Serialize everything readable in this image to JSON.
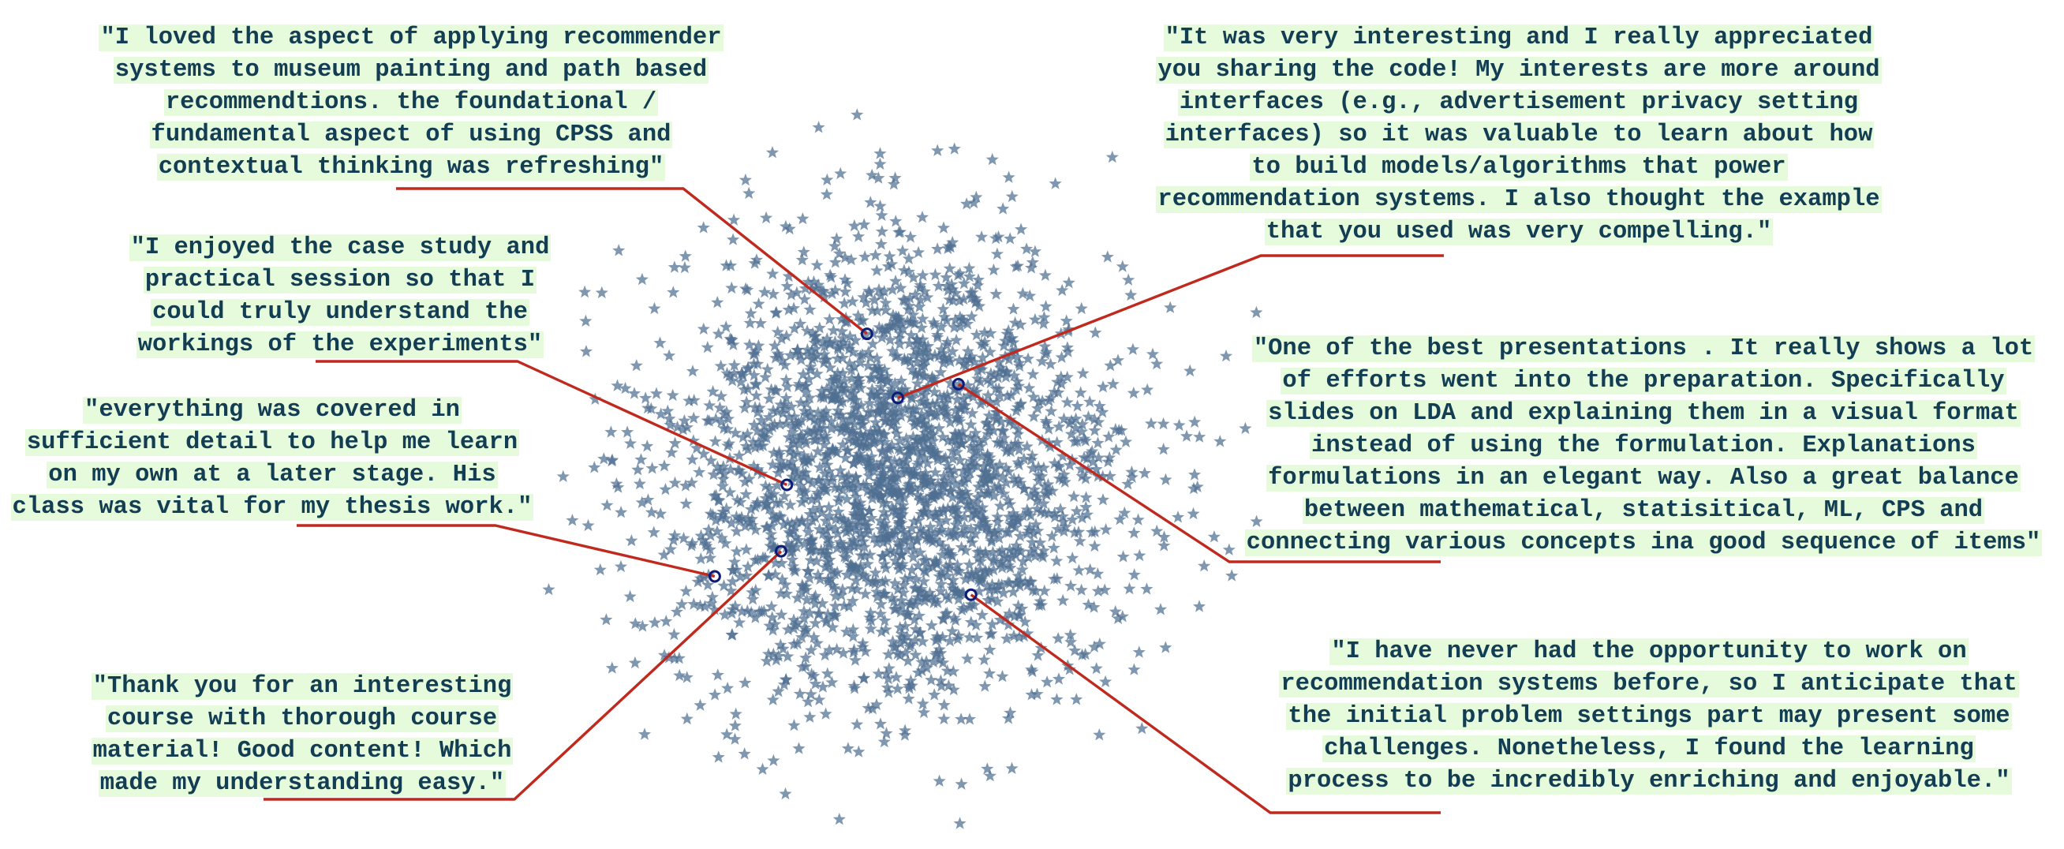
{
  "colors": {
    "star": "#4f6f91",
    "connector": "#c0291e",
    "marker_edge": "#0d1c78",
    "quote_highlight": "#e6fadc",
    "quote_text": "#123d52"
  },
  "chart_data": {
    "type": "scatter",
    "marker": "star",
    "axes_visible": false,
    "grid": false,
    "xlim": [
      -3.2,
      3.2
    ],
    "ylim": [
      -3.2,
      3.2
    ],
    "cloud_center": [
      0,
      0
    ],
    "cloud_spread": 1,
    "point_count": 2500,
    "highlighted_points": [
      {
        "name": "q1",
        "x": -0.25,
        "y": 1.22
      },
      {
        "name": "q2",
        "x": -0.95,
        "y": -0.1
      },
      {
        "name": "q3",
        "x": -1.58,
        "y": -0.9
      },
      {
        "name": "q4",
        "x": -1.0,
        "y": -0.68
      },
      {
        "name": "q5",
        "x": 0.02,
        "y": 0.66
      },
      {
        "name": "q6",
        "x": 0.55,
        "y": 0.78
      },
      {
        "name": "q7",
        "x": 0.66,
        "y": -1.06
      }
    ],
    "annotations": [
      "\"I loved the aspect of applying recommender systems to museum painting and path based recommendtions. the foundational / fundamental aspect of using CPSS and contextual thinking was refreshing\"",
      "\"I enjoyed the case study and practical session so that I could truly understand the workings of the experiments\"",
      "\"everything was covered in sufficient detail to help me learn on my own at a later stage. His class was vital for my thesis work.\"",
      "\"Thank you for an interesting course with thorough course material! Good content! Which made my understanding easy.\"",
      "\"It was very interesting and I really appreciated you sharing the code! My interests are more around interfaces (e.g., advertisement privacy setting interfaces) so it was valuable to learn about how to build models/algorithms that power recommendation systems. I also thought the example that you used was very compelling.\"",
      "\"One of the best presentations . It really shows a lot of efforts went into the preparation. Specifically slides on LDA and explaining them in a visual format instead of using the formulation. Explanations formulations in an elegant way. Also a great balance between mathematical, statisitical, ML, CPS and connecting various concepts ina good sequence of items\"",
      "\"I have never had the opportunity to work on recommendation systems before, so I anticipate that the initial problem settings part may present some challenges. Nonetheless, I found the learning process to be incredibly enriching and enjoyable.\""
    ]
  },
  "quotes": [
    {
      "lines": [
        "\"I loved the aspect of applying recommender",
        "systems to museum painting and path based",
        "recommendtions. the foundational /",
        "fundamental aspect of using CPSS and",
        "contextual thinking was refreshing\""
      ]
    },
    {
      "lines": [
        "\"I enjoyed the case study and",
        "practical session so that I",
        "could truly understand the",
        "workings of the experiments\""
      ]
    },
    {
      "lines": [
        "\"everything was covered in",
        "sufficient detail to help me learn",
        "on my own at a later stage. His",
        "class was vital for my thesis work.\""
      ]
    },
    {
      "lines": [
        "\"Thank you for an interesting",
        "course with thorough course",
        "material! Good content! Which",
        "made my understanding easy.\""
      ]
    },
    {
      "lines": [
        "\"It was very interesting and I really appreciated",
        "you sharing the code! My interests are more around",
        "interfaces (e.g., advertisement privacy setting",
        "interfaces) so it was valuable to learn about how",
        "to build models/algorithms that power",
        "recommendation systems. I also thought the example",
        "that you used was very compelling.\""
      ]
    },
    {
      "lines": [
        "\"One of the best presentations . It really shows a lot",
        "of efforts went into the preparation. Specifically",
        "slides on LDA and explaining them in a visual format",
        "instead of using the formulation. Explanations",
        "formulations in an elegant way. Also a great balance",
        "between mathematical, statisitical, ML, CPS and",
        "connecting various concepts ina good sequence of items\""
      ]
    },
    {
      "lines": [
        "\"I have never had the opportunity to work on",
        "recommendation systems before, so I anticipate that",
        "the initial problem settings part may present some",
        "challenges. Nonetheless, I found the learning",
        "process to be incredibly enriching and enjoyable.\""
      ]
    }
  ]
}
